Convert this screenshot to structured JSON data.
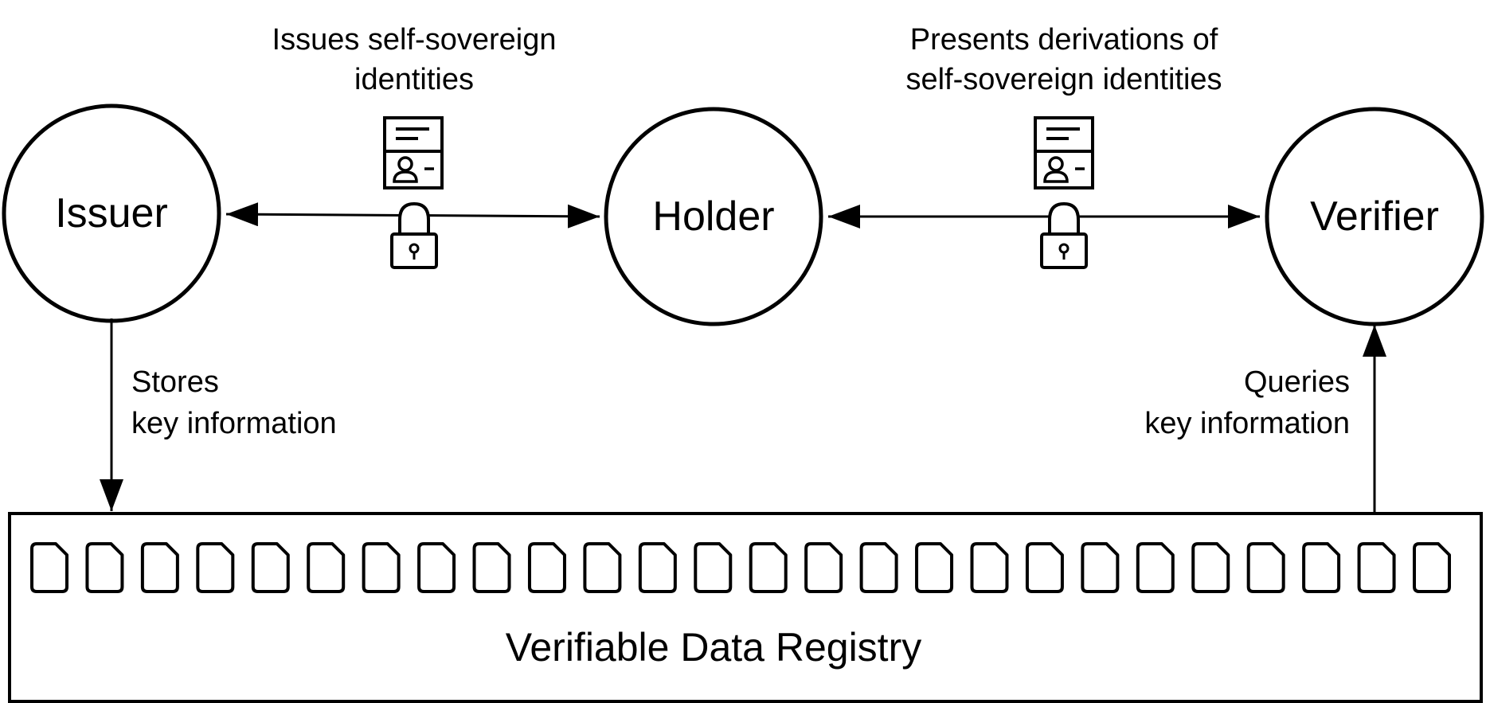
{
  "nodes": {
    "issuer": "Issuer",
    "holder": "Holder",
    "verifier": "Verifier"
  },
  "edges": {
    "issuer_holder": [
      "Issues self-sovereign",
      "identities"
    ],
    "holder_verifier": [
      "Presents derivations of",
      "self-sovereign identities"
    ],
    "issuer_registry": [
      "Stores",
      "key information"
    ],
    "registry_verifier": [
      "Queries",
      "key information"
    ]
  },
  "registry": {
    "label": "Verifiable Data Registry",
    "document_count": 26
  },
  "icons": {
    "credential": "id-card-icon",
    "lock": "padlock-icon",
    "document": "document-icon"
  }
}
